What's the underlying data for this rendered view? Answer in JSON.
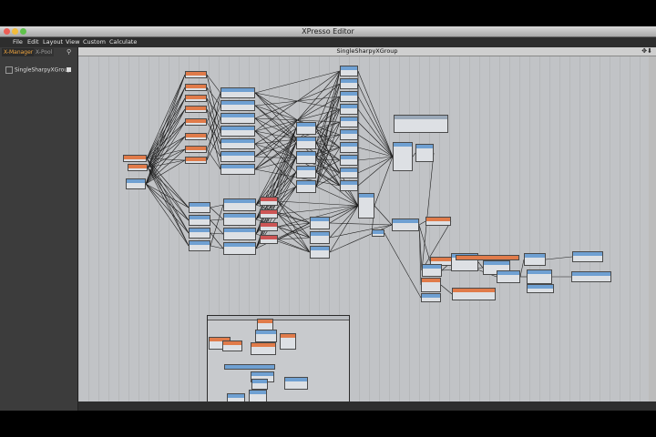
{
  "window": {
    "title": "XPresso Editor"
  },
  "menu": [
    "File",
    "Edit",
    "Layout",
    "View",
    "Custom",
    "Calculate"
  ],
  "sidebar": {
    "tabs": [
      "X-Manager",
      "X-Pool"
    ],
    "search_icon": "search-icon",
    "tree": [
      {
        "label": "SingleSharpyXGroup"
      }
    ]
  },
  "editor": {
    "title": "SingleSharpyXGroup",
    "controls": [
      "move-icon",
      "down-arrow-icon"
    ]
  },
  "colors": {
    "node_header_blue": "#6fa0d2",
    "node_header_orange": "#e07b4a",
    "canvas": "#c1c3c6",
    "active_tab": "#f0a640"
  }
}
